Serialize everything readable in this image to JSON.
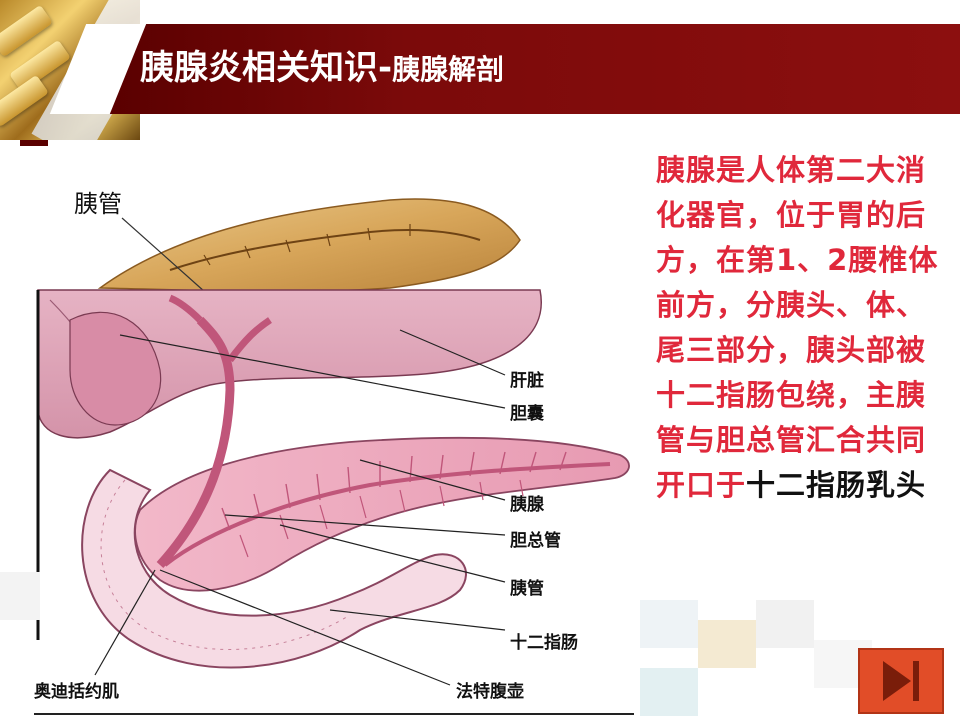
{
  "header": {
    "title_main": "胰腺炎相关知识-",
    "title_sub": "胰腺解剖",
    "band_color": "#7b0a0a"
  },
  "diagram": {
    "top_label": "胰管",
    "labels": {
      "liver": "肝脏",
      "gallbladder": "胆囊",
      "pancreas": "胰腺",
      "common_bile_duct": "胆总管",
      "pancreatic_duct": "胰管",
      "duodenum": "十二指肠",
      "sphincter_of_oddi": "奥迪括约肌",
      "ampulla_of_vater": "法特腹壶"
    }
  },
  "description": {
    "red_text": "胰腺是人体第二大消化器官，位于胃的后方，在第1、2腰椎体前方，分胰头、体、尾三部分，胰头部被十二指肠包绕，主胰管与胆总管汇合共同开口于",
    "black_text": "十二指肠乳头",
    "red_color": "#e0283b"
  },
  "controls": {
    "next_icon": "next-slide-icon",
    "accent_color": "#e14d28"
  }
}
